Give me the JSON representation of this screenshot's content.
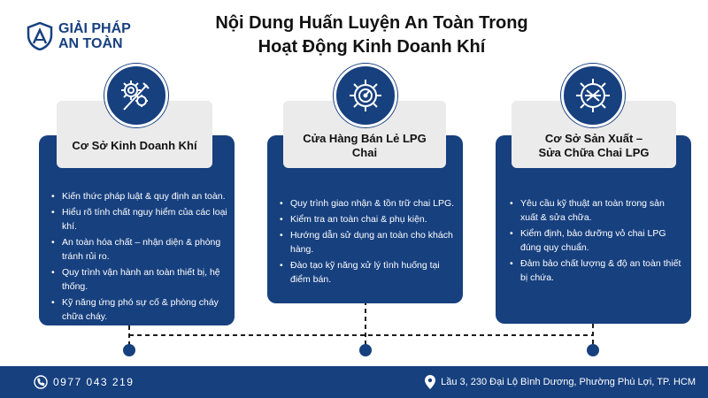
{
  "brand": {
    "line1": "GIẢI PHÁP",
    "line2": "AN TOÀN"
  },
  "title": {
    "line1": "Nội Dung Huấn Luyện An Toàn Trong",
    "line2": "Hoạt Động Kinh Doanh Khí"
  },
  "cards": [
    {
      "heading": "Cơ Sở Kinh Doanh Khí",
      "icon": "gear-wrench-icon",
      "items": [
        "Kiến thức pháp luật & quy định an toàn.",
        "Hiểu rõ tính chất nguy hiểm của các loại khí.",
        "An toàn hóa chất – nhận diện & phòng tránh rủi ro.",
        "Quy trình vận hành an toàn thiết bị, hệ thống.",
        "Kỹ năng ứng phó sự cố & phòng cháy chữa cháy."
      ]
    },
    {
      "heading": "Cửa Hàng Bán Lẻ LPG Chai",
      "icon": "gear-gauge-icon",
      "items": [
        "Quy trình giao nhận & tồn trữ chai LPG.",
        "Kiểm tra an toàn chai & phụ kiện.",
        "Hướng dẫn sử dụng an toàn cho khách hàng.",
        "Đào tạo kỹ năng xử lý tình huống tại điểm bán."
      ]
    },
    {
      "heading_line1": "Cơ Sở Sản Xuất –",
      "heading_line2": "Sửa Chữa Chai LPG",
      "icon": "gear-tools-icon",
      "items": [
        "Yêu cầu kỹ thuật an toàn trong sản xuất & sửa chữa.",
        "Kiểm định, bảo dưỡng vỏ chai LPG đúng quy chuẩn.",
        "Đảm bảo chất lượng & độ an toàn thiết bị chứa."
      ]
    }
  ],
  "footer": {
    "phone": "0977 043 219",
    "address": "Lầu 3, 230 Đại Lộ Bình Dương, Phường Phú Lợi, TP. HCM"
  },
  "colors": {
    "primary": "#17407f",
    "head_bg": "#ebebeb"
  }
}
